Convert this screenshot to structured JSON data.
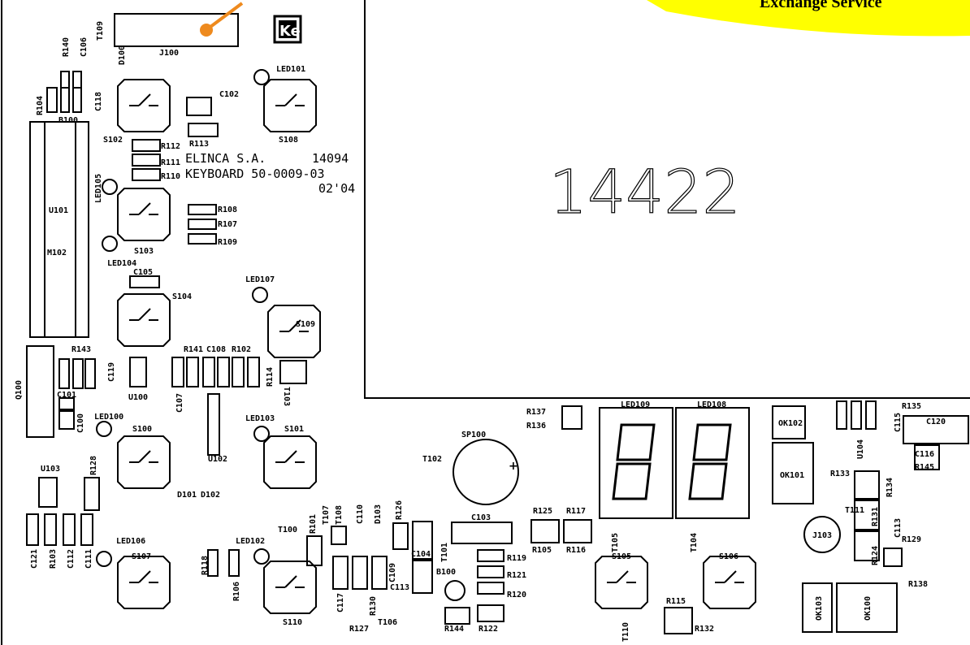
{
  "board": {
    "maker_line": "ELINCA S.A.",
    "part_code": "14094",
    "board_name": "KEYBOARD 50-0009-03",
    "date_code": "02'04",
    "pcb_number": "14422",
    "stamp_text": "Exchange Service",
    "logo_text": "Ke"
  },
  "labels": {
    "J100": "J100",
    "T109": "T109",
    "D100": "D100",
    "R140": "R140",
    "C106": "C106",
    "R104": "R104",
    "C118": "C118",
    "B100": "B100",
    "C102": "C102",
    "LED101": "LED101",
    "S102": "S102",
    "S108": "S108",
    "R113": "R113",
    "R112": "R112",
    "R111": "R111",
    "R110": "R110",
    "LED105": "LED105",
    "LED104": "LED104",
    "U101": "U101",
    "M102": "M102",
    "R108": "R108",
    "R107": "R107",
    "R109": "R109",
    "S103": "S103",
    "C105": "C105",
    "S104": "S104",
    "LED107": "LED107",
    "S109": "S109",
    "R143": "R143",
    "C119": "C119",
    "R141": "R141",
    "C108": "C108",
    "R102": "R102",
    "R114": "R114",
    "T103": "T103",
    "Q100": "Q100",
    "C101": "C101",
    "C100": "C100",
    "U100": "U100",
    "C107": "C107",
    "LED100": "LED100",
    "S100": "S100",
    "LED103": "LED103",
    "S101": "S101",
    "U102": "U102",
    "D101": "D101",
    "D102": "D102",
    "U103": "U103",
    "R128": "R128",
    "C121": "C121",
    "R103": "R103",
    "C112": "C112",
    "C111": "C111",
    "LED106": "LED106",
    "S107": "S107",
    "R118": "R118",
    "R106": "R106",
    "LED102": "LED102",
    "S110": "S110",
    "T100": "T100",
    "R101": "R101",
    "T107": "T107",
    "T108": "T108",
    "C110": "C110",
    "D103": "D103",
    "R126": "R126",
    "C104": "C104",
    "C109": "C109",
    "C117": "C117",
    "R130": "R130",
    "R127": "R127",
    "T106": "T106",
    "C113": "C113",
    "SP100": "SP100",
    "T102": "T102",
    "C103": "C103",
    "T101": "T101",
    "B100b": "B100",
    "R119": "R119",
    "R121": "R121",
    "R120": "R120",
    "R144": "R144",
    "R122": "R122",
    "R137": "R137",
    "R136": "R136",
    "LED109": "LED109",
    "LED108": "LED108",
    "R125": "R125",
    "R117": "R117",
    "R105": "R105",
    "R116": "R116",
    "T105": "T105",
    "S105": "S105",
    "T104": "T104",
    "S106": "S106",
    "T110": "T110",
    "R115": "R115",
    "R132": "R132",
    "OK102": "OK102",
    "OK101": "OK101",
    "R133": "R133",
    "R134": "R134",
    "C115": "C115",
    "U104": "U104",
    "R135": "R135",
    "C120": "C120",
    "C116": "C116",
    "R145": "R145",
    "T111": "T111",
    "J103": "J103",
    "R131": "R131",
    "C113b": "C113",
    "R124": "R124",
    "R129": "R129",
    "R138": "R138",
    "OK103": "OK103",
    "OK100": "OK100"
  },
  "colors": {
    "stamp_fill": "#ffff00",
    "accent": "#ee8a1e",
    "ink": "#000000"
  }
}
